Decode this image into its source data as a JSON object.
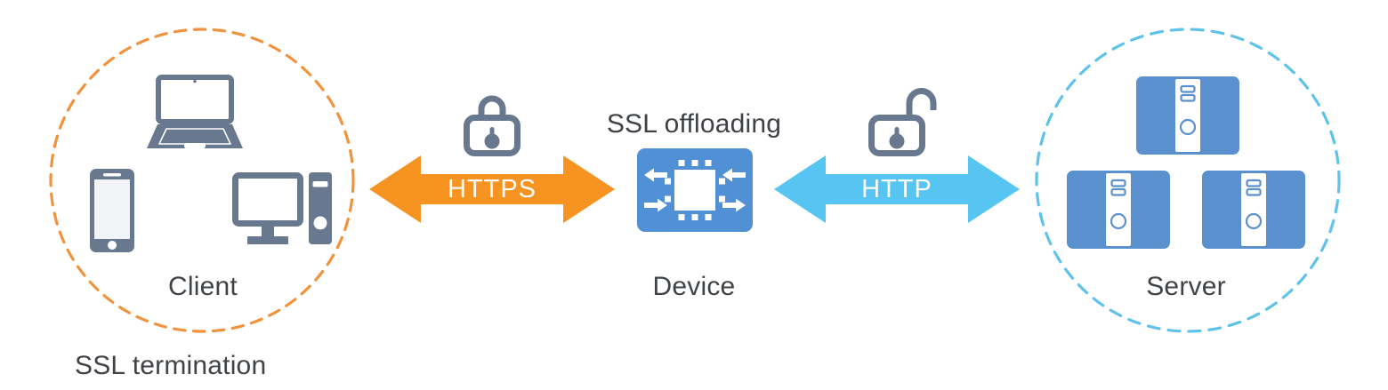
{
  "colors": {
    "icon_slate": "#68788F",
    "text_dark": "#3F4347",
    "arrow_orange": "#F79321",
    "circle_orange": "#F0923E",
    "arrow_sky": "#56C5F1",
    "circle_sky": "#5EC2EA",
    "device_blue": "#5190D5",
    "server_blue": "#5B90CE"
  },
  "client_group": {
    "label": "Client",
    "caption": "SSL termination",
    "device_icons": [
      "laptop",
      "smartphone",
      "desktop-computer"
    ]
  },
  "links": {
    "https": {
      "label": "HTTPS",
      "lock_state": "locked"
    },
    "http": {
      "label": "HTTP",
      "lock_state": "unlocked"
    }
  },
  "device_node": {
    "title": "SSL offloading",
    "label": "Device",
    "icon": "network-chip"
  },
  "server_group": {
    "label": "Server",
    "server_count": 3,
    "icons": [
      "server",
      "server",
      "server"
    ]
  }
}
